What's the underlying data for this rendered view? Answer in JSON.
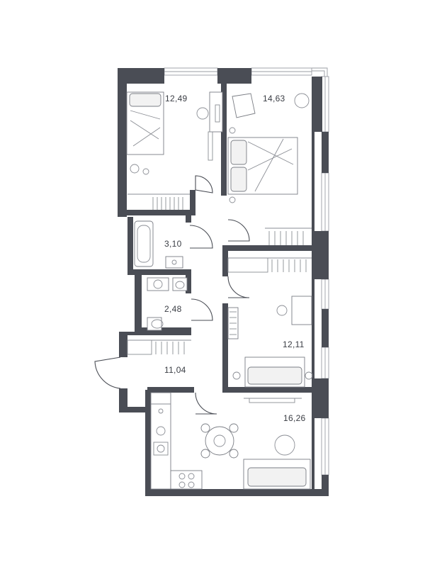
{
  "rooms": [
    {
      "id": "bedroom-1",
      "area": "12,49"
    },
    {
      "id": "bedroom-2",
      "area": "14,63"
    },
    {
      "id": "bathroom",
      "area": "3,10"
    },
    {
      "id": "wc",
      "area": "2,48"
    },
    {
      "id": "bedroom-3",
      "area": "12,11"
    },
    {
      "id": "hall",
      "area": "11,04"
    },
    {
      "id": "kitchen-living",
      "area": "16,26"
    }
  ],
  "colors": {
    "wall": "#4a4d55",
    "line": "#8a8d94",
    "text": "#3a3d44"
  }
}
